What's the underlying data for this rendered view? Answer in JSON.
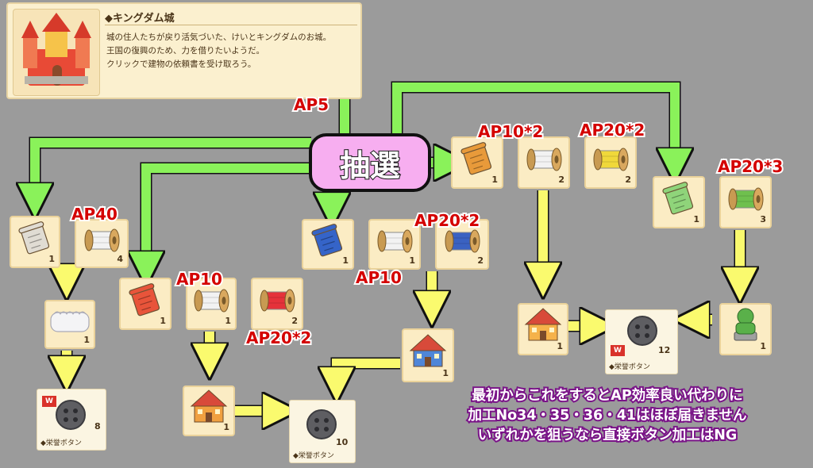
{
  "info_panel": {
    "title": "◆キングダム城",
    "lines": [
      "城の住人たちが戻り活気づいた、けいとキングダムのお城。",
      "王国の復興のため、力を借りたいようだ。",
      "クリックで建物の依頼書を受け取ろう。"
    ]
  },
  "lottery_label": "抽選",
  "ap_labels": [
    "AP5",
    "AP40",
    "AP10",
    "AP10",
    "AP20*2",
    "AP20*2",
    "AP10*2",
    "AP20*2",
    "AP20*3"
  ],
  "cards": [
    {
      "icon": "scroll-icon",
      "color": "#e0dcd3",
      "count": "1"
    },
    {
      "icon": "spool-icon",
      "color": "#f2f2f2",
      "count": "4"
    },
    {
      "icon": "scroll-icon",
      "color": "#e8543a",
      "count": "1"
    },
    {
      "icon": "spool-icon",
      "color": "#f2f2f2",
      "count": "1"
    },
    {
      "icon": "spool-icon",
      "color": "#e5323a",
      "count": "2"
    },
    {
      "icon": "scroll-icon",
      "color": "#3564c8",
      "count": "1"
    },
    {
      "icon": "spool-icon",
      "color": "#f2f2f2",
      "count": "1"
    },
    {
      "icon": "spool-icon",
      "color": "#3a62c2",
      "count": "2"
    },
    {
      "icon": "scroll-icon",
      "color": "#e89a3a",
      "count": "1"
    },
    {
      "icon": "spool-icon",
      "color": "#f2f2f2",
      "count": "2"
    },
    {
      "icon": "spool-icon",
      "color": "#f0d83a",
      "count": "2"
    },
    {
      "icon": "scroll-icon",
      "color": "#8fd47a",
      "count": "1"
    },
    {
      "icon": "spool-icon",
      "color": "#6fc04e",
      "count": "3"
    },
    {
      "icon": "pillow-icon",
      "color": "#f4f4f6",
      "count": "1"
    },
    {
      "icon": "house-icon",
      "color": "#f0a040",
      "count": "1"
    },
    {
      "icon": "house-icon",
      "color": "#4f86d8",
      "count": "1"
    },
    {
      "icon": "house-icon",
      "color": "#f5b24a",
      "count": "1"
    },
    {
      "icon": "tree-icon",
      "color": "#5ab04a",
      "count": "1"
    }
  ],
  "honor_cards": [
    {
      "name": "◆栄誉ボタン",
      "count": "8",
      "badge": "W"
    },
    {
      "name": "◆栄誉ボタン",
      "count": "10",
      "badge": ""
    },
    {
      "name": "◆栄誉ボタン",
      "count": "12",
      "badge": "W"
    }
  ],
  "note_lines": [
    "最初からこれをするとAP効率良い代わりに",
    "加工No34・35・36・41はほぼ届きません",
    "いずれかを狙うなら直接ボタン加工はNG"
  ],
  "colors": {
    "background": "#9b9b9b",
    "green_arrow": "#8af25a",
    "yellow_arrow": "#fafa6e",
    "lottery_fill": "#f7aef0",
    "ap_text": "#d40000",
    "note_text": "#ffffff",
    "note_outline": "#7a1488",
    "card_bg": "#fbecc4"
  }
}
